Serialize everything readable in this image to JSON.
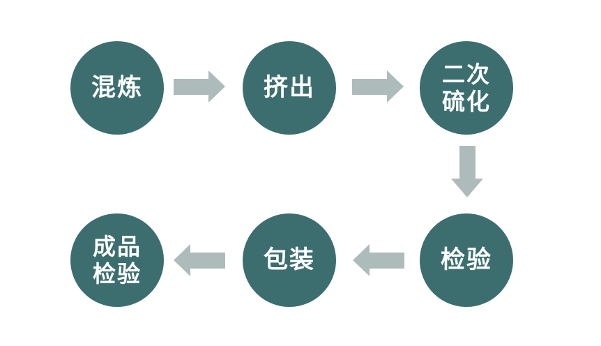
{
  "diagram": {
    "type": "process-flow",
    "colors": {
      "node": "#3c6e70",
      "arrow": "#aebbbb",
      "text": "#ffffff",
      "background": "#ffffff"
    },
    "nodes": [
      {
        "id": "mixing",
        "label": "混炼",
        "lines": [
          "混炼"
        ]
      },
      {
        "id": "extrusion",
        "label": "挤出",
        "lines": [
          "挤出"
        ]
      },
      {
        "id": "secondary-vulcanization",
        "label": "二次硫化",
        "lines": [
          "二次",
          "硫化"
        ]
      },
      {
        "id": "inspection",
        "label": "检验",
        "lines": [
          "检验"
        ]
      },
      {
        "id": "packaging",
        "label": "包装",
        "lines": [
          "包装"
        ]
      },
      {
        "id": "finished-product-inspection",
        "label": "成品检验",
        "lines": [
          "成品",
          "检验"
        ]
      }
    ],
    "arrows": [
      {
        "from": "混炼",
        "to": "挤出",
        "direction": "right"
      },
      {
        "from": "挤出",
        "to": "二次硫化",
        "direction": "right"
      },
      {
        "from": "二次硫化",
        "to": "检验",
        "direction": "down"
      },
      {
        "from": "检验",
        "to": "包装",
        "direction": "left"
      },
      {
        "from": "包装",
        "to": "成品检验",
        "direction": "left"
      }
    ]
  }
}
